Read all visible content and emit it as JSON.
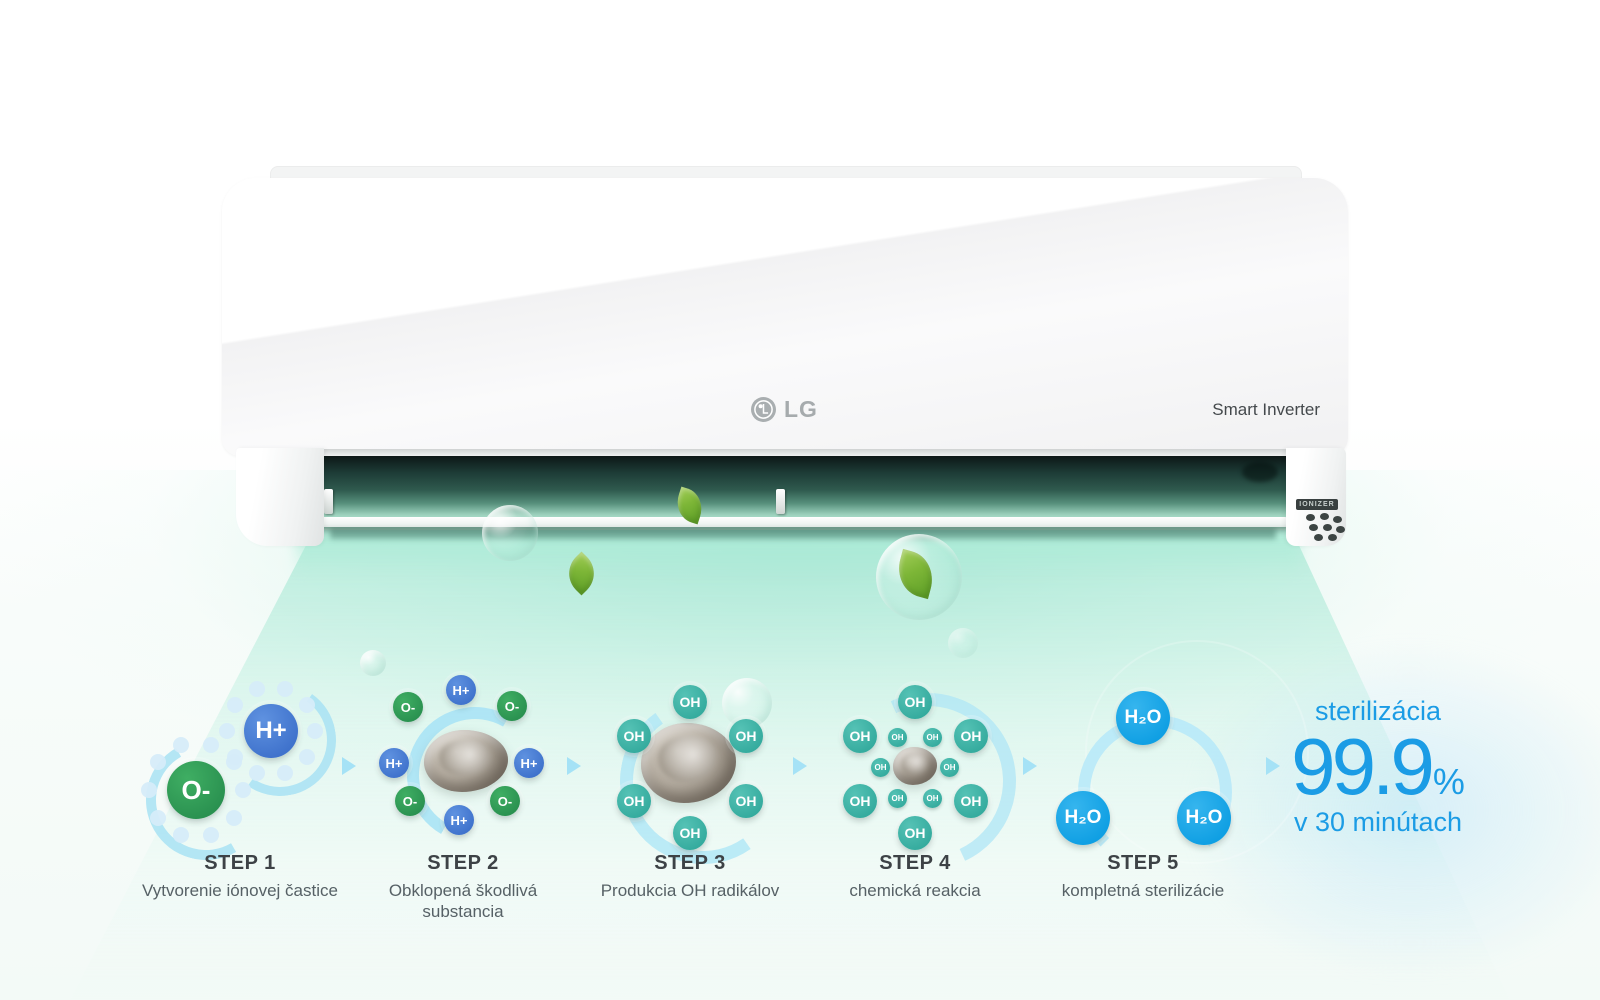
{
  "product": {
    "brand": "LG",
    "model_badge": "Smart Inverter",
    "panel_label": "IONIZER"
  },
  "process": {
    "steps": [
      {
        "label": "STEP 1",
        "caption": "Vytvorenie iónovej častice",
        "ions": [
          {
            "text": "O-"
          },
          {
            "text": "H+"
          }
        ]
      },
      {
        "label": "STEP 2",
        "caption": "Obklopená škodlivá substancia",
        "ions": [
          {
            "text": "H+"
          },
          {
            "text": "O-"
          },
          {
            "text": "O-"
          },
          {
            "text": "H+"
          },
          {
            "text": "H+"
          },
          {
            "text": "O-"
          },
          {
            "text": "O-"
          },
          {
            "text": "H+"
          }
        ]
      },
      {
        "label": "STEP 3",
        "caption": "Produkcia OH radikálov",
        "ions": [
          {
            "text": "OH"
          },
          {
            "text": "OH"
          },
          {
            "text": "OH"
          },
          {
            "text": "OH"
          },
          {
            "text": "OH"
          },
          {
            "text": "OH"
          }
        ]
      },
      {
        "label": "STEP 4",
        "caption": "chemická reakcia",
        "ions": [
          {
            "text": "OH"
          },
          {
            "text": "OH"
          },
          {
            "text": "OH"
          },
          {
            "text": "OH"
          },
          {
            "text": "OH"
          },
          {
            "text": "OH"
          }
        ],
        "small_ions": [
          {
            "text": "OH"
          },
          {
            "text": "OH"
          },
          {
            "text": "OH"
          },
          {
            "text": "OH"
          },
          {
            "text": "OH"
          },
          {
            "text": "OH"
          }
        ]
      },
      {
        "label": "STEP 5",
        "caption": "kompletná sterilizácie",
        "molecules": [
          {
            "text": "H₂O"
          },
          {
            "text": "H₂O"
          },
          {
            "text": "H₂O"
          }
        ]
      }
    ]
  },
  "result": {
    "title": "sterilizácia",
    "value": "99.9",
    "unit": "%",
    "duration": "v 30 minútach"
  },
  "colors": {
    "positive_ion": "#4a7fd6",
    "negative_ion": "#2e9e54",
    "oh_radical": "#3fb6aa",
    "water_molecule": "#17a3e8",
    "accent_text": "#1b9ce5"
  }
}
